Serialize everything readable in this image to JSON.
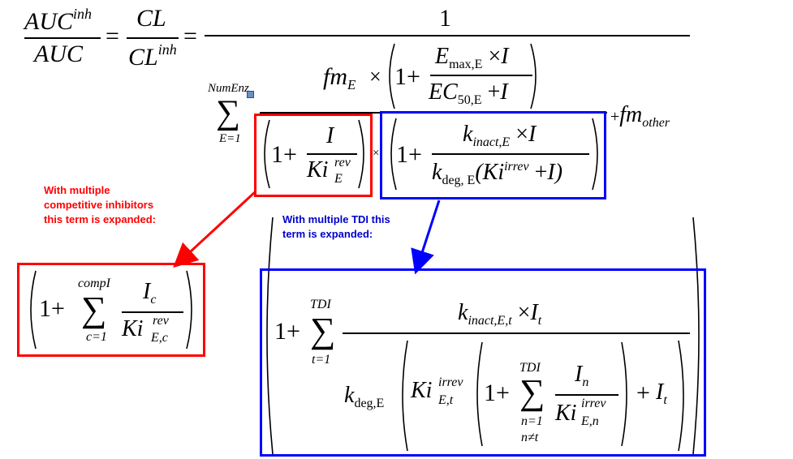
{
  "colors": {
    "red": "#ff0000",
    "blue": "#0000ff",
    "ink": "#000000"
  },
  "top": {
    "auc_num": "AUC",
    "auc_num_sup": "inh",
    "auc_den": "AUC",
    "eq1": "=",
    "cl_num": "CL",
    "cl_den": "CL",
    "cl_den_sup": "inh",
    "eq2": "=",
    "one": "1"
  },
  "fm": {
    "fm": "fm",
    "fm_sub": "E",
    "times": "×",
    "one_plus": "1+",
    "emax": "E",
    "emax_sub": "max,E",
    "emax_times": "×",
    "emax_I": "I",
    "ec50": "EC",
    "ec50_sub": "50,E",
    "ec50_plus": "+",
    "ec50_I": "I"
  },
  "sum_top": {
    "sigma": "∑",
    "upper": "NumEnz",
    "lower": "E=1"
  },
  "comp_inhib": {
    "one_plus": "1+",
    "num": "I",
    "den": "Ki",
    "den_sup": "rev",
    "den_sub": "E",
    "times": "×"
  },
  "tdi": {
    "one_plus": "1+",
    "num_k": "k",
    "num_sub": "inact,E",
    "num_times": "×",
    "num_I": "I",
    "den_k": "k",
    "den_sub": "deg, E",
    "den_open": "(Ki",
    "den_sup": "irrev",
    "den_plus": "+",
    "den_I": "I)"
  },
  "fm_other": {
    "plus": "+",
    "fm": "fm",
    "sub": "other"
  },
  "notes": {
    "red_note": "With multiple\ncompetitive inhibitors\nthis term is expanded:",
    "blue_note": "With multiple TDI this\nterm is expanded:"
  },
  "expanded_comp": {
    "one_plus": "1+",
    "sigma": "∑",
    "upper": "compI",
    "lower": "c=1",
    "num": "I",
    "num_sub": "c",
    "den": "Ki",
    "den_sup": "rev",
    "den_sub": "E,c"
  },
  "expanded_tdi": {
    "one_plus": "1+",
    "sigma": "∑",
    "upper": "TDI",
    "lower": "t=1",
    "num_k": "k",
    "num_sub": "inact,E,t",
    "num_times": "×",
    "num_I": "I",
    "num_I_sub": "t",
    "kdeg": "k",
    "kdeg_sub": "deg,E",
    "ki": "Ki",
    "ki_sup": "irrev",
    "ki_sub": "E,t",
    "inner_one_plus": "1+",
    "inner_sigma": "∑",
    "inner_upper": "TDI",
    "inner_lower1": "n=1",
    "inner_lower2": "n≠t",
    "inner_num": "I",
    "inner_num_sub": "n",
    "inner_den": "Ki",
    "inner_den_sup": "irrev",
    "inner_den_sub": "E,n",
    "plus_It": "+",
    "It": "I",
    "It_sub": "t"
  }
}
